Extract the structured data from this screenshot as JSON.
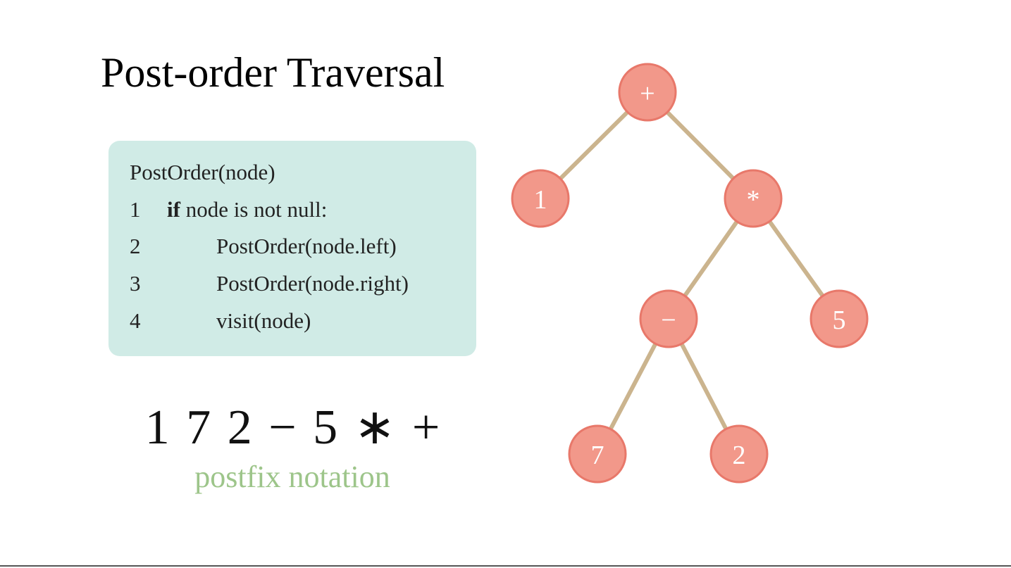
{
  "title": "Post-order Traversal",
  "pseudocode": {
    "header": "PostOrder(node)",
    "lines": [
      {
        "num": "1",
        "keyword": "if",
        "text": " node is not null:"
      },
      {
        "num": "2",
        "keyword": "",
        "text": "PostOrder(node.left)"
      },
      {
        "num": "3",
        "keyword": "",
        "text": "PostOrder(node.right)"
      },
      {
        "num": "4",
        "keyword": "",
        "text": "visit(node)"
      }
    ],
    "colors": {
      "box_background": "#d0ebe6"
    }
  },
  "postfix": {
    "expression": "1 7 2 − 5 ∗ +",
    "caption": "postfix notation",
    "caption_color": "#9dc58a"
  },
  "tree": {
    "node_color": "#f2988a",
    "edge_color": "#cbb48e",
    "nodes": [
      {
        "id": "plus",
        "label": "+"
      },
      {
        "id": "one",
        "label": "1"
      },
      {
        "id": "times",
        "label": "*"
      },
      {
        "id": "minus",
        "label": "−"
      },
      {
        "id": "five",
        "label": "5"
      },
      {
        "id": "seven",
        "label": "7"
      },
      {
        "id": "two",
        "label": "2"
      }
    ],
    "edges": [
      {
        "from": "plus",
        "to": "one"
      },
      {
        "from": "plus",
        "to": "times"
      },
      {
        "from": "times",
        "to": "minus"
      },
      {
        "from": "times",
        "to": "five"
      },
      {
        "from": "minus",
        "to": "seven"
      },
      {
        "from": "minus",
        "to": "two"
      }
    ]
  }
}
